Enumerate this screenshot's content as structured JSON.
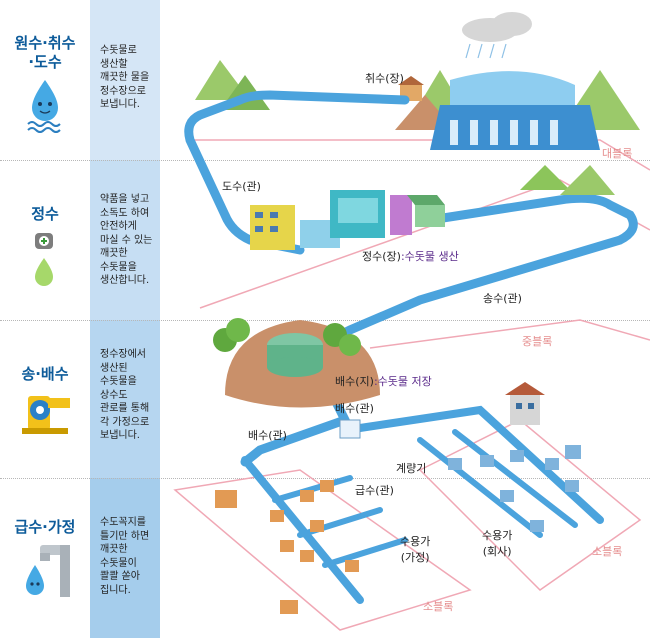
{
  "stages": [
    {
      "title_lines": [
        "원수·취수",
        "·도수"
      ],
      "icon": "water-drop-icon",
      "description": [
        "수돗물로",
        "생산할",
        "깨끗한 물을",
        "정수장으로",
        "보냅니다."
      ]
    },
    {
      "title_lines": [
        "정수"
      ],
      "icon": "purification-icon",
      "description": [
        "약품을 넣고",
        "소독도 하여",
        "안전하게",
        "마실 수 있는",
        "깨끗한",
        "수돗물을",
        "생산합니다."
      ]
    },
    {
      "title_lines": [
        "송·배수"
      ],
      "icon": "pump-icon",
      "description": [
        "정수장에서",
        "생산된",
        "수돗물을",
        "상수도",
        "관로를 통해",
        "각 가정으로",
        "보냅니다."
      ]
    },
    {
      "title_lines": [
        "급수·가정"
      ],
      "icon": "faucet-icon",
      "description": [
        "수도꼭지를",
        "틀기만 하면",
        "깨끗한",
        "수돗물이",
        "콸콸 쏟아",
        "집니다."
      ]
    }
  ],
  "labels": {
    "intake": "취수(장)",
    "conveyance": "도수(관)",
    "purification_plant": "정수(장)",
    "purification_note": ":수돗물 생산",
    "transmission": "송수(관)",
    "reservoir": "배수(지)",
    "reservoir_note": ":수돗물 저장",
    "distribution_pipe_1": "배수(관)",
    "distribution_pipe_2": "배수(관)",
    "meter": "계량기",
    "service_pipe": "급수(관)",
    "consumer_home": [
      "수용가",
      "(가정)"
    ],
    "consumer_company": [
      "수용가",
      "(회사)"
    ]
  },
  "blocks": {
    "large": "대블록",
    "medium": "중블록",
    "small_right": "소블록",
    "small_bottom": "소블록"
  },
  "colors": {
    "title": "#0d5b9a",
    "pipe": "#4ba3dd",
    "block_line": "#f0a8b5",
    "block_text": "#e58e8e",
    "band_1": "#d5e6f6",
    "band_2": "#c6def3",
    "band_3": "#b6d6f0",
    "band_4": "#a5cdec",
    "purple_note": "#5a2a8a"
  }
}
